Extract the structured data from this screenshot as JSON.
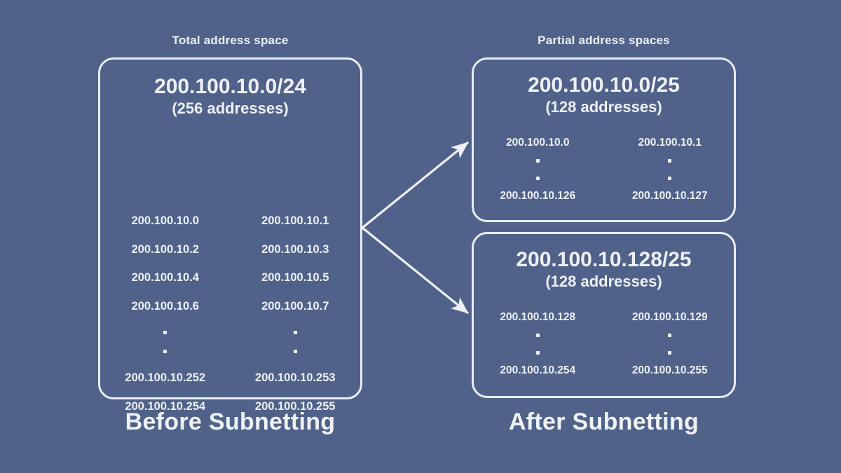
{
  "canvas": {
    "background_color": "#50628a",
    "foreground_color": "#eef0f6"
  },
  "sections": {
    "left_label": "Total address space",
    "right_label": "Partial address spaces"
  },
  "boxes": {
    "total": {
      "cidr": "200.100.10.0/24",
      "count": "(256 addresses)",
      "rows": [
        [
          "200.100.10.0",
          "200.100.10.1"
        ],
        [
          "200.100.10.2",
          "200.100.10.3"
        ],
        [
          "200.100.10.4",
          "200.100.10.5"
        ],
        [
          "200.100.10.6",
          "200.100.10.7"
        ],
        [
          "⋮",
          "⋮"
        ],
        [
          "200.100.10.252",
          "200.100.10.253"
        ],
        [
          "200.100.10.254",
          "200.100.10.255"
        ]
      ]
    },
    "upper": {
      "cidr": "200.100.10.0/25",
      "count": "(128 addresses)",
      "rows": [
        [
          "200.100.10.0",
          "200.100.10.1"
        ],
        [
          "⋮",
          "⋮"
        ],
        [
          "200.100.10.126",
          "200.100.10.127"
        ]
      ]
    },
    "lower": {
      "cidr": "200.100.10.128/25",
      "count": "(128 addresses)",
      "rows": [
        [
          "200.100.10.128",
          "200.100.10.129"
        ],
        [
          "⋮",
          "⋮"
        ],
        [
          "200.100.10.254",
          "200.100.10.255"
        ]
      ]
    }
  },
  "captions": {
    "before": "Before  Subnetting",
    "after": "After Subnetting"
  },
  "arrows": [
    {
      "name": "arrow-to-upper-subnet",
      "from": [
        517,
        325
      ],
      "to": [
        668,
        203
      ]
    },
    {
      "name": "arrow-to-lower-subnet",
      "from": [
        517,
        325
      ],
      "to": [
        668,
        447
      ]
    }
  ]
}
